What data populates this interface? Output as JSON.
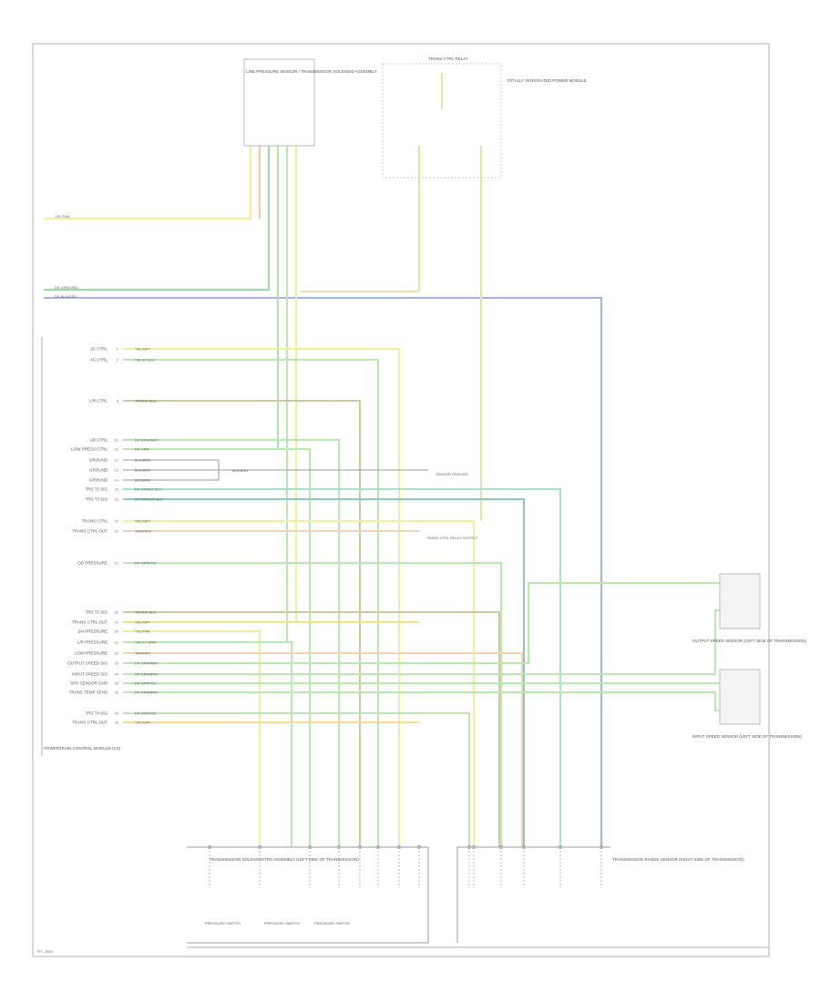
{
  "diagram": {
    "title": "Transmission Wiring Diagram",
    "footer_code": "TFC 3865",
    "top_sensor_label": "LINE PRESSURE SENSOR / TRANSMISSION SOLENOID ASSEMBLY",
    "top_relay_label": "TRANS CTRL RELAY",
    "relay_note": "TOTALLY INTEGRATED POWER MODULE",
    "top_wires": [
      {
        "label": "YEL/TAN",
        "color": "#f3ee9a"
      },
      {
        "label": "DK GRN/ORG",
        "color": "#9ed8a8"
      },
      {
        "label": "DK BLU/ORG",
        "color": "#9db5ea"
      }
    ],
    "pcm_label": "POWERTRAIN CONTROL MODULE (C3)",
    "pcm_pins": [
      {
        "pin": "1",
        "label": "2C CTRL",
        "wire": "YEL/GRY",
        "color": "#f3ee9a"
      },
      {
        "pin": "2",
        "label": "4C CTRL",
        "wire": "YEL/LT BLU",
        "color": "#b8eab0"
      },
      {
        "pin": "6",
        "label": "L/R CTRL",
        "wire": "TAN/DK BLU",
        "color": "#cfc8a0"
      },
      {
        "pin": "10",
        "label": "UD CTRL",
        "wire": "DK GRN/WHT",
        "color": "#b8eab0"
      },
      {
        "pin": "11",
        "label": "LOW PRESS CTRL",
        "wire": "DK GRN",
        "color": "#b8eab0"
      },
      {
        "pin": "12",
        "label": "GROUND",
        "wire": "BLK/BRN",
        "color": "#cccccc"
      },
      {
        "pin": "13",
        "label": "GROUND",
        "wire": "BLK/BRN",
        "color": "#cccccc"
      },
      {
        "pin": "14",
        "label": "GROUND",
        "wire": "BLK/BRN",
        "color": "#cccccc"
      },
      {
        "pin": "15",
        "label": "TRS T1 SIG",
        "wire": "DK GRN/LT BLU",
        "color": "#a8e0c8"
      },
      {
        "pin": "16",
        "label": "TRS T3 SIG",
        "wire": "DK GRN/DK BLU",
        "color": "#8cc8c0"
      },
      {
        "pin": "19",
        "label": "TRANS CTRL",
        "wire": "YEL/GRY",
        "color": "#f3ee9a"
      },
      {
        "pin": "20",
        "label": "TRANS CTRL OUT",
        "wire": "TAN/ORG",
        "color": "#f5d2b0"
      },
      {
        "pin": "22",
        "label": "OD PRESSURE",
        "wire": "DK GRN/YEL",
        "color": "#b8eab0"
      },
      {
        "pin": "28",
        "label": "TRS T2 SIG",
        "wire": "TAN/DK BLU",
        "color": "#cfc8a0"
      },
      {
        "pin": "29",
        "label": "TRANS CTRL OUT",
        "wire": "YEL/GRY",
        "color": "#f3e08a"
      },
      {
        "pin": "30",
        "label": "2/4 PRESSURE",
        "wire": "YEL/TAN",
        "color": "#f3ee9a"
      },
      {
        "pin": "31",
        "label": "L/R PRESSURE",
        "wire": "YEL/LT GRN",
        "color": "#b8eab0"
      },
      {
        "pin": "32",
        "label": "LOW PRESSURE",
        "wire": "TAN/GRY",
        "color": "#f5d2b0"
      },
      {
        "pin": "33",
        "label": "OUTPUT SPEED SIG",
        "wire": "DK GRN/WHT",
        "color": "#b8eab0"
      },
      {
        "pin": "34",
        "label": "INPUT SPEED SIG",
        "wire": "DK GRN/BRN",
        "color": "#b8eab0"
      },
      {
        "pin": "35",
        "label": "SPD SENSOR GND",
        "wire": "DK GRN/YEL",
        "color": "#b8eab0"
      },
      {
        "pin": "36",
        "label": "TRANS TEMP SENS",
        "wire": "DK GRN/BRN",
        "color": "#b8eab0"
      },
      {
        "pin": "38",
        "label": "TRS T4 SIG",
        "wire": "DK GRN/YEL",
        "color": "#b8eab0"
      },
      {
        "pin": "39",
        "label": "TRANS CTRL OUT",
        "wire": "YEL/GRY",
        "color": "#f3e08a"
      }
    ],
    "ground_label": "BLK/BRN",
    "ground_note": "SENSOR GROUND",
    "splice_note": "TRANS CTRL RELAY OUTPUT",
    "right_components": [
      {
        "label": "OUTPUT SPEED SENSOR (LEFT SIDE OF TRANSMISSION)",
        "wires": [
          "DK GRN/WHT",
          "DK GRN/YEL"
        ]
      },
      {
        "label": "INPUT SPEED SENSOR (LEFT SIDE OF TRANSMISSION)",
        "wires": [
          "DK GRN/YEL",
          "DK GRN/BRN"
        ]
      }
    ],
    "bottom_left_label": "TRANSMISSION SOLENOID/TRS ASSEMBLY (LEFT SIDE OF TRANSMISSION)",
    "bottom_right_label": "TRANSMISSION RANGE SENSOR (RIGHT SIDE OF TRANSMISSION)",
    "bottom_switches": [
      "PRESSURE SWITCH",
      "PRESSURE SWITCH",
      "PRESSURE SWITCH"
    ]
  }
}
